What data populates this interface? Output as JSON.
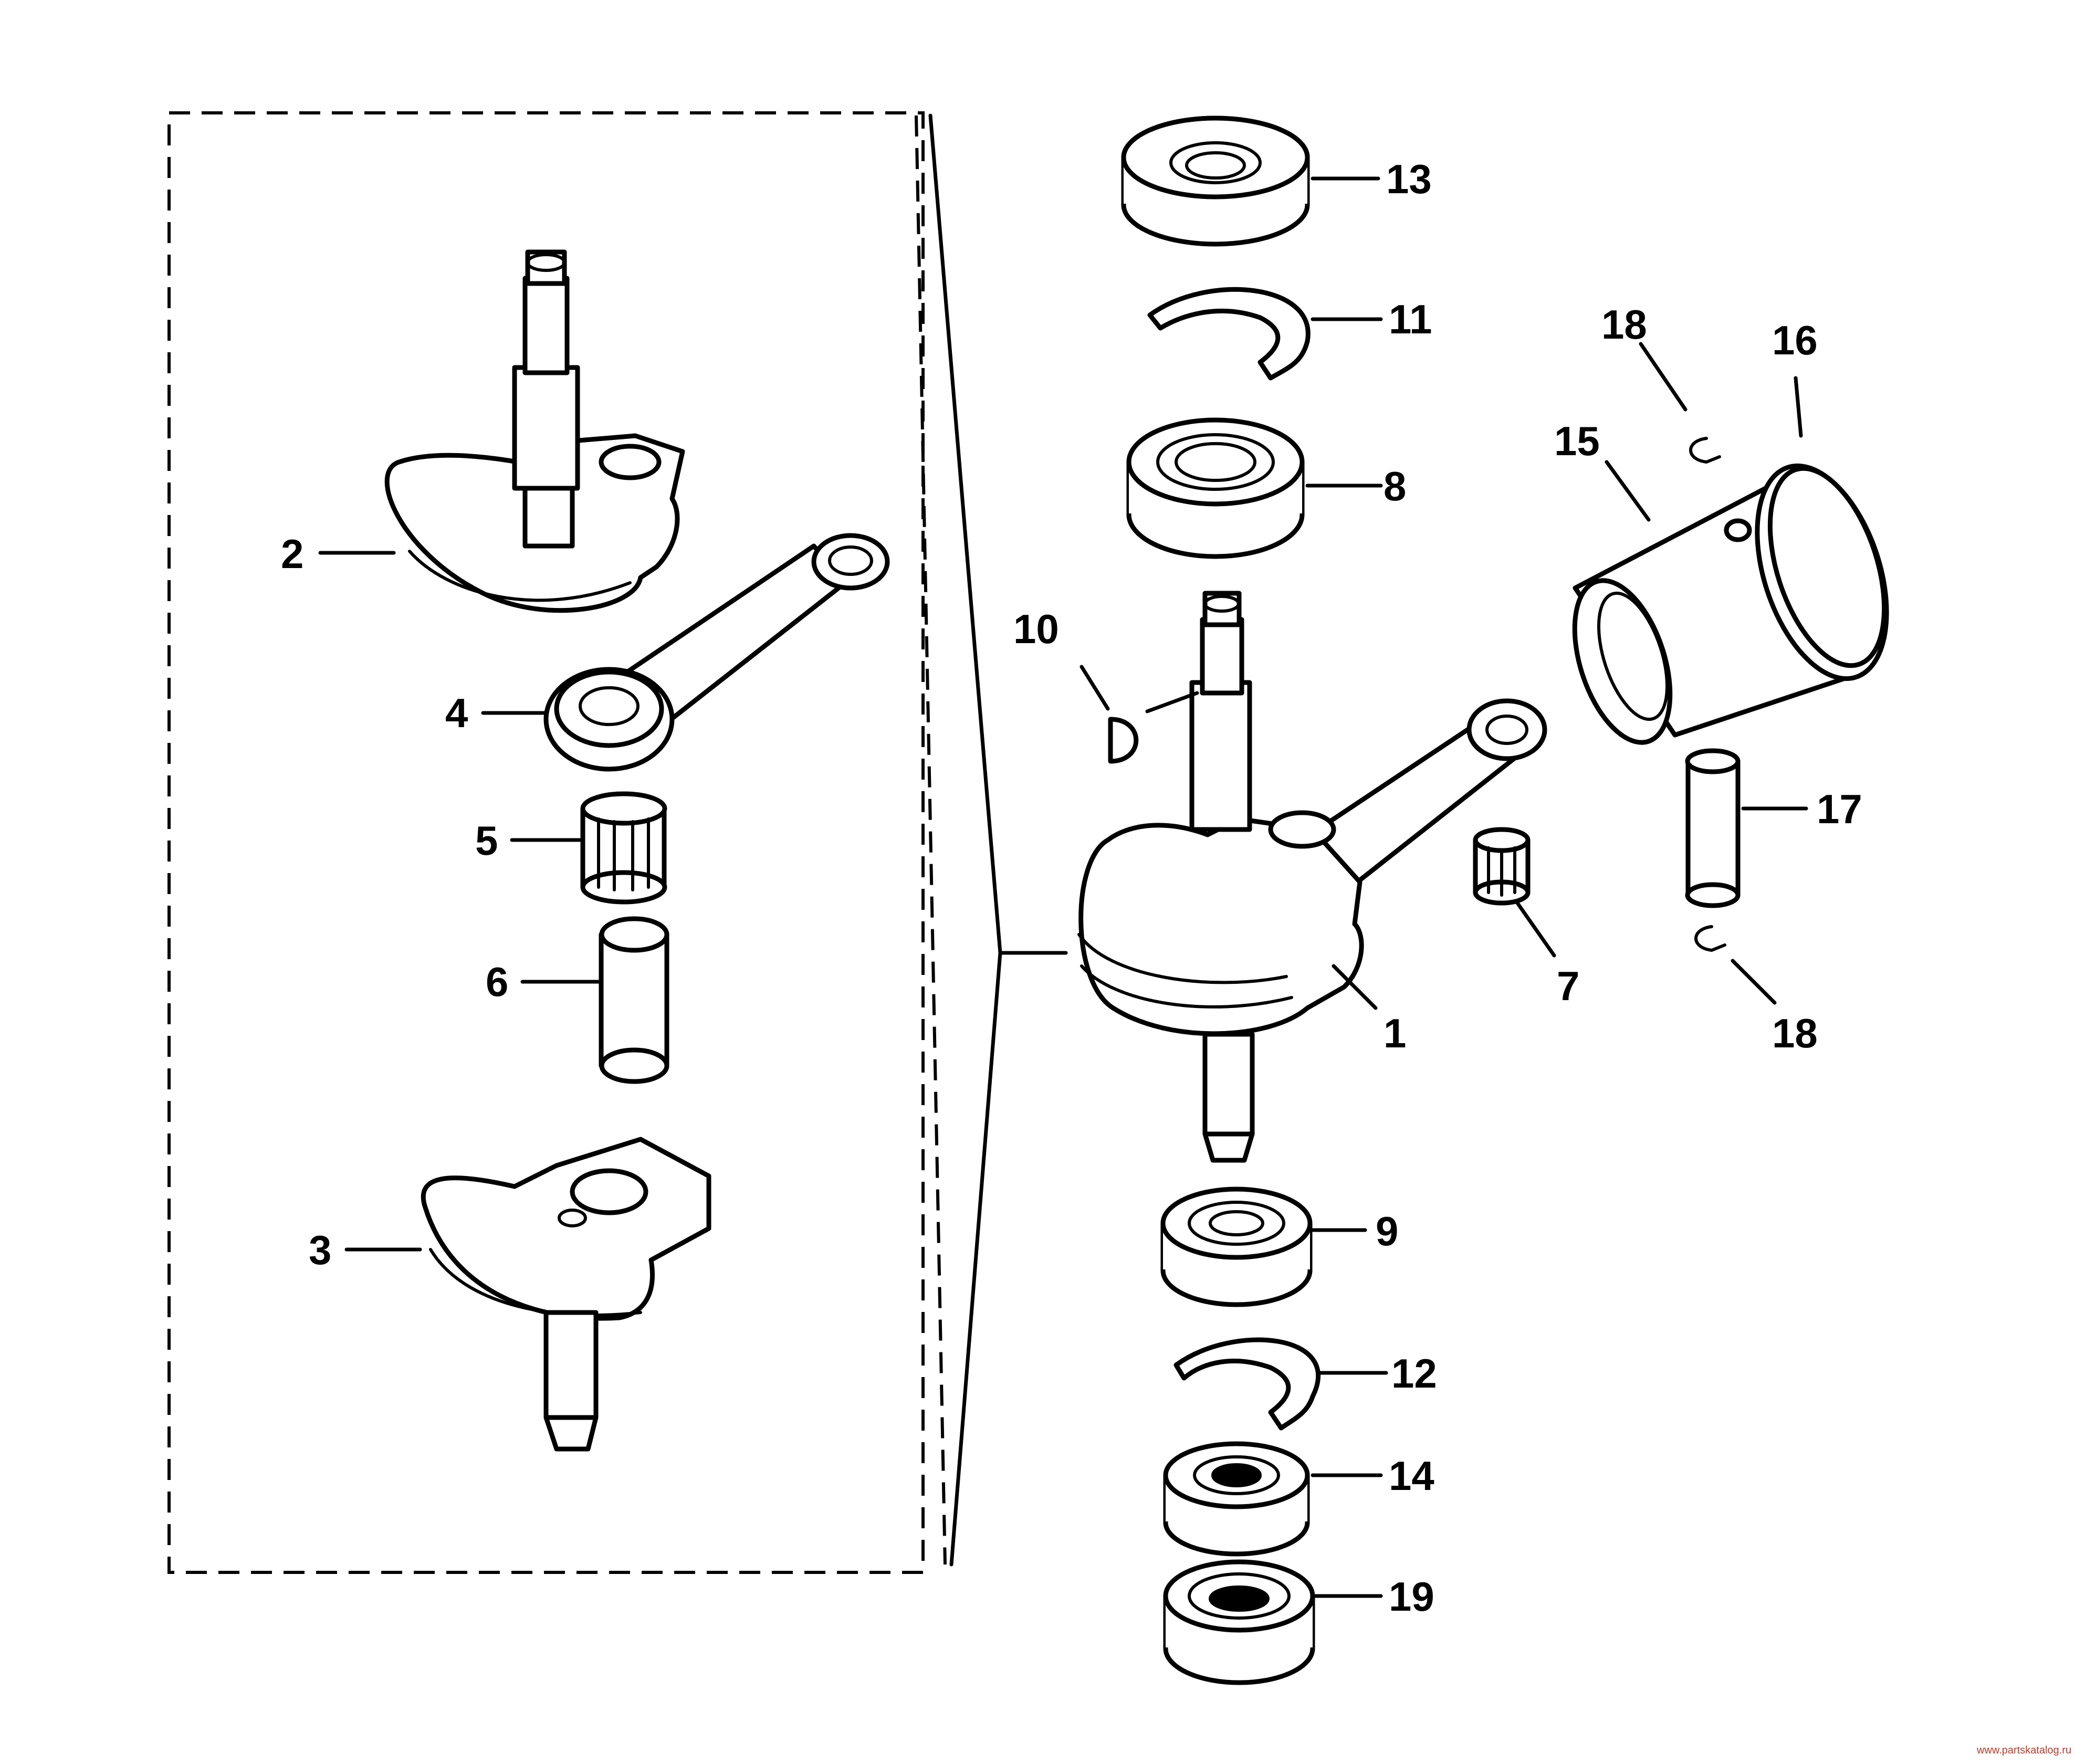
{
  "callouts": {
    "c1": "1",
    "c2": "2",
    "c3": "3",
    "c4": "4",
    "c5": "5",
    "c6": "6",
    "c7": "7",
    "c8": "8",
    "c9": "9",
    "c10": "10",
    "c11": "11",
    "c12": "12",
    "c13": "13",
    "c14": "14",
    "c15": "15",
    "c16": "16",
    "c17": "17",
    "c18a": "18",
    "c18b": "18",
    "c19": "19"
  },
  "watermark": "www.partskatalog.ru",
  "colors": {
    "ink": "#000000",
    "paper": "#ffffff",
    "watermark": "#c0392b"
  }
}
